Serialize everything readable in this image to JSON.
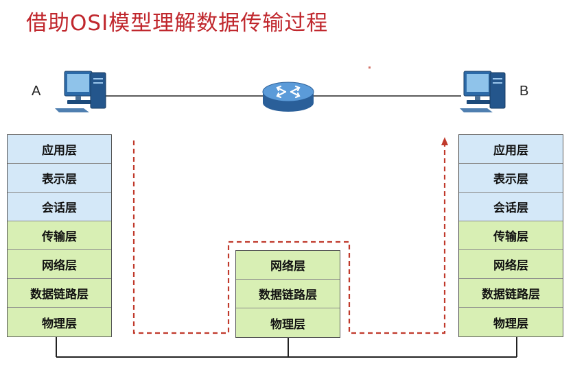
{
  "title": "借助OSI模型理解数据传输过程",
  "host_a": {
    "label": "A"
  },
  "host_b": {
    "label": "B"
  },
  "stack_a": {
    "layers": [
      {
        "label": "应用层",
        "group": "upper"
      },
      {
        "label": "表示层",
        "group": "upper"
      },
      {
        "label": "会话层",
        "group": "upper"
      },
      {
        "label": "传输层",
        "group": "lower"
      },
      {
        "label": "网络层",
        "group": "lower"
      },
      {
        "label": "数据链路层",
        "group": "lower"
      },
      {
        "label": "物理层",
        "group": "lower"
      }
    ]
  },
  "stack_router": {
    "layers": [
      {
        "label": "网络层",
        "group": "lower"
      },
      {
        "label": "数据链路层",
        "group": "lower"
      },
      {
        "label": "物理层",
        "group": "lower"
      }
    ]
  },
  "stack_b": {
    "layers": [
      {
        "label": "应用层",
        "group": "upper"
      },
      {
        "label": "表示层",
        "group": "upper"
      },
      {
        "label": "会话层",
        "group": "upper"
      },
      {
        "label": "传输层",
        "group": "lower"
      },
      {
        "label": "网络层",
        "group": "lower"
      },
      {
        "label": "数据链路层",
        "group": "lower"
      },
      {
        "label": "物理层",
        "group": "lower"
      }
    ]
  },
  "colors": {
    "title": "#c0272d",
    "upper_layer": "#d4e8f8",
    "lower_layer": "#d8efb4",
    "data_path": "#c0392b",
    "router": "#3a7fc4"
  }
}
